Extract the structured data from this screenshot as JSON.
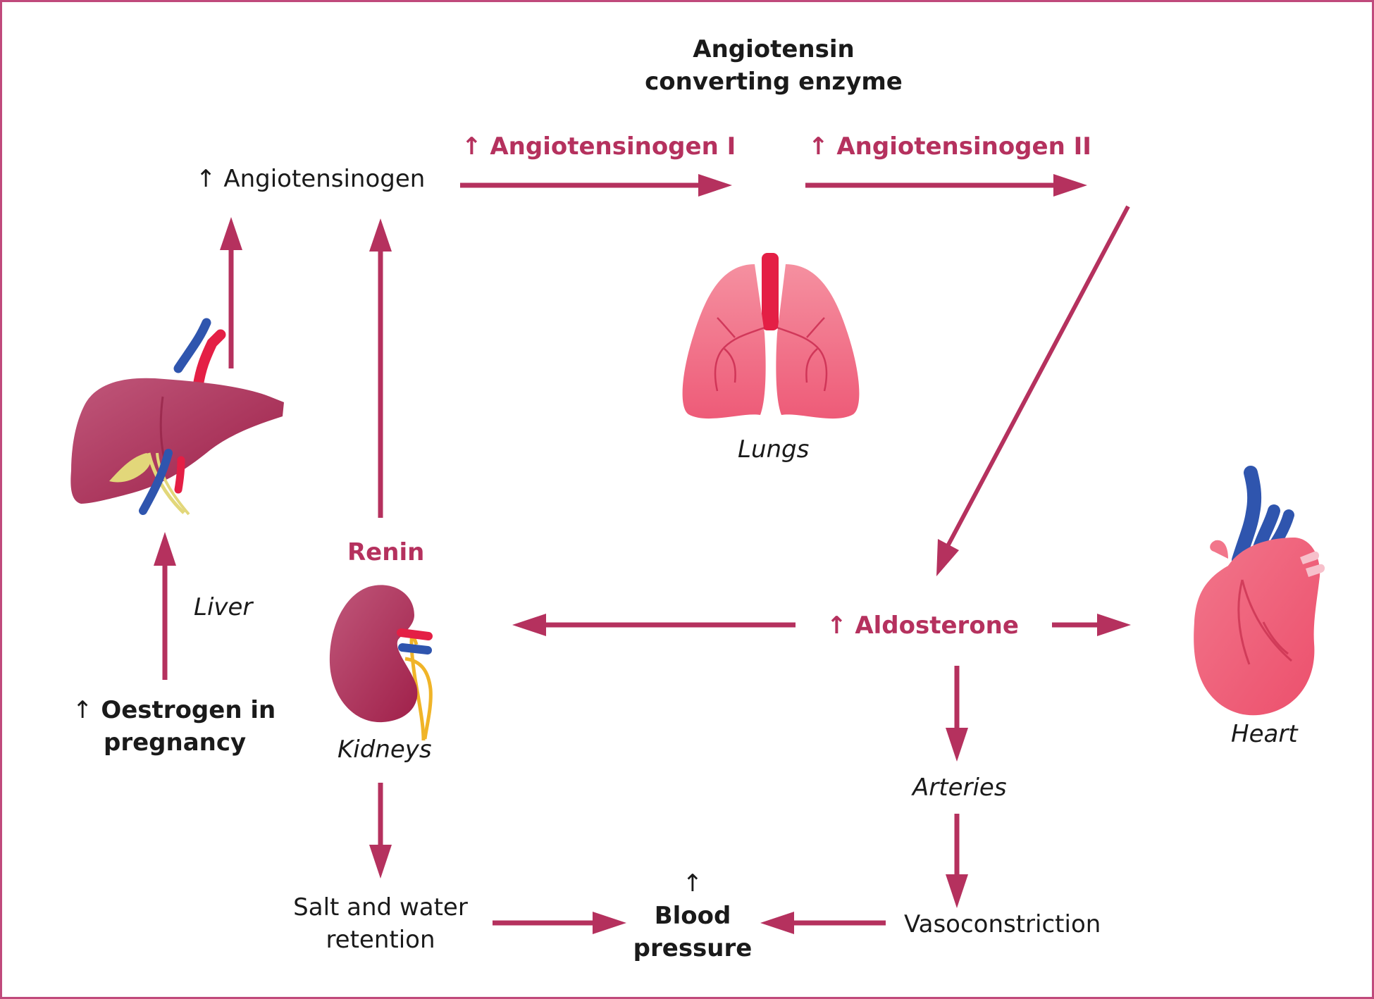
{
  "title": "Angiotensin converting enzyme",
  "colors": {
    "accent": "#b5315e",
    "border": "#c04a7c",
    "liver": "#a4284f",
    "lungs": "#ef6f86",
    "heart": "#ef6279",
    "vein_blue": "#2f55ae",
    "artery_red": "#e41f45",
    "bile_yellow": "#e2d77a"
  },
  "nodes": {
    "angiotensinogen": {
      "arrow": "↑",
      "text": "Angiotensinogen"
    },
    "angiotensinogen_1": {
      "arrow": "↑",
      "text": "Angiotensinogen I"
    },
    "angiotensinogen_2": {
      "arrow": "↑",
      "text": "Angiotensinogen II"
    },
    "renin": "Renin",
    "aldosterone": {
      "arrow": "↑",
      "text": "Aldosterone"
    },
    "oestrogen": {
      "arrow": "↑",
      "line1": "Oestrogen in",
      "line2": "pregnancy"
    },
    "salt_water": {
      "line1": "Salt and water",
      "line2": "retention"
    },
    "blood_pressure": {
      "arrow": "↑",
      "line1": "Blood",
      "line2": "pressure"
    },
    "vasoconstriction": "Vasoconstriction"
  },
  "organs": {
    "liver": "Liver",
    "kidneys": "Kidneys",
    "lungs": "Lungs",
    "heart": "Heart",
    "arteries": "Arteries"
  }
}
